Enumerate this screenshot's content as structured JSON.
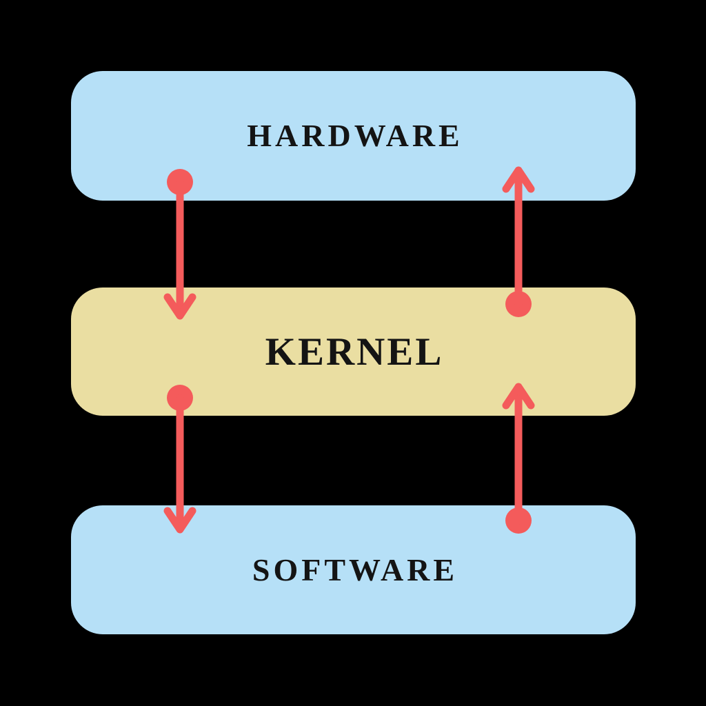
{
  "diagram": {
    "background_color": "#000000",
    "text_color": "#141414",
    "arrow_color": "#f45b5b",
    "boxes": [
      {
        "id": "hardware",
        "label": "HARDWARE",
        "fill": "#b6e0f7"
      },
      {
        "id": "kernel",
        "label": "KERNEL",
        "fill": "#eadea2"
      },
      {
        "id": "software",
        "label": "SOFTWARE",
        "fill": "#b6e0f7"
      }
    ],
    "arrows": [
      {
        "from": "hardware",
        "to": "kernel",
        "direction": "down",
        "side": "left"
      },
      {
        "from": "kernel",
        "to": "hardware",
        "direction": "up",
        "side": "right"
      },
      {
        "from": "kernel",
        "to": "software",
        "direction": "down",
        "side": "left"
      },
      {
        "from": "software",
        "to": "kernel",
        "direction": "up",
        "side": "right"
      }
    ]
  }
}
